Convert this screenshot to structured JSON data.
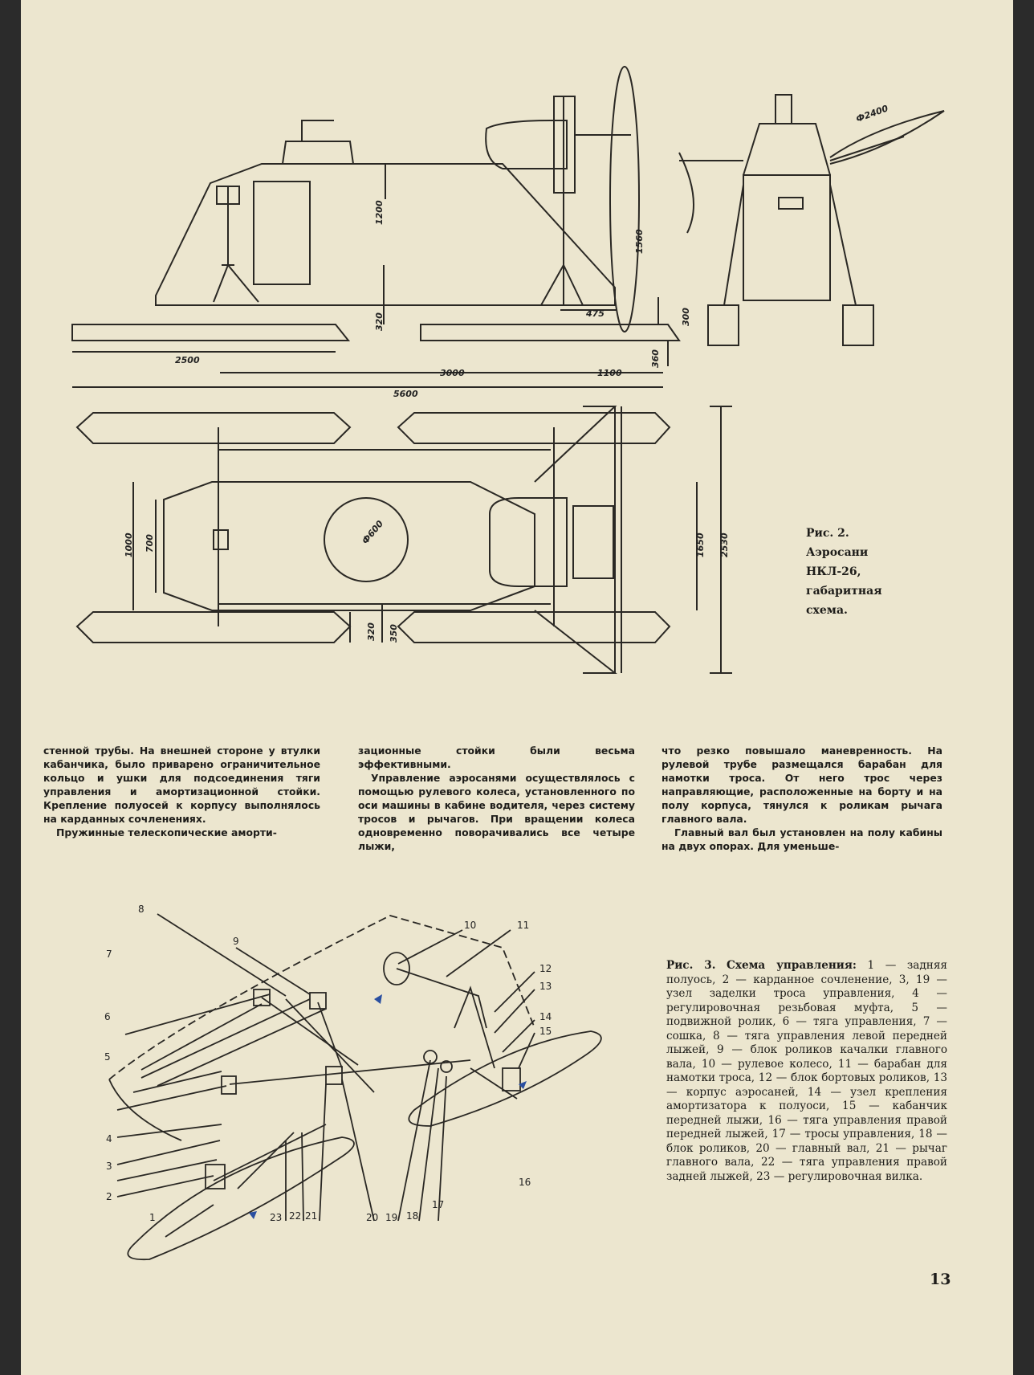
{
  "drawing_fig2": {
    "dimensions_side": [
      "1200",
      "1560",
      "320",
      "475",
      "300",
      "360",
      "2500",
      "3000",
      "1100",
      "5600"
    ],
    "dimension_front": "Ф2400",
    "dimensions_top": [
      "1000",
      "700",
      "Ф600",
      "1650",
      "2530",
      "320",
      "350"
    ]
  },
  "caption_fig2": {
    "label": "Рис. 2.",
    "title": "Аэросани",
    "model": "НКЛ-26,",
    "line3": "габаритная",
    "line4": "схема."
  },
  "text_columns": [
    {
      "paragraphs": [
        "стенной трубы. На внешней стороне у втулки кабанчика, было приварено ограничительное кольцо и ушки для подсоединения тяги управления и амортизационной стойки. Крепление полуосей к корпусу выполнялось на карданных сочленениях.",
        "Пружинные телескопические аморти-"
      ]
    },
    {
      "paragraphs": [
        "зационные стойки были весьма эффективными.",
        "Управление аэросанями осуществлялось с помощью рулевого колеса, установленного по оси машины в кабине водителя, через систему тросов и рычагов. При вращении колеса одновременно поворачивались все четыре лыжи,"
      ]
    },
    {
      "paragraphs": [
        "что резко повышало маневренность. На рулевой трубе размещался барабан для намотки троса. От него трос через направляющие, расположенные на борту и на полу корпуса, тянулся к роликам рычага главного вала.",
        "Главный вал был установлен на полу кабины на двух опорах. Для уменьше-"
      ]
    }
  ],
  "drawing_fig3": {
    "labels": [
      "1",
      "2",
      "3",
      "4",
      "5",
      "6",
      "7",
      "8",
      "9",
      "10",
      "11",
      "12",
      "13",
      "14",
      "15",
      "16",
      "17",
      "18",
      "19",
      "20",
      "21",
      "22",
      "23"
    ]
  },
  "legend_fig3": {
    "label": "Рис. 3.",
    "title": "Схема управления:",
    "text": "1 — задняя полуось, 2 — карданное сочленение, 3, 19 — узел заделки троса управления, 4 — регулировочная резьбовая муфта, 5 — подвижной ролик, 6 — тяга управления, 7 — сошка, 8 — тяга управления левой передней лыжей, 9 — блок роликов качалки главного вала, 10 — рулевое колесо, 11 — барабан для намотки троса, 12 — блок бортовых роликов, 13 — корпус аэросаней, 14 — узел крепления амортизатора к полуоси, 15 — кабанчик передней лыжи, 16 — тяга управления правой передней лыжей, 17 — тросы управления, 18 — блок роликов, 20 — главный вал, 21 — рычаг главного вала, 22 — тяга управления правой задней лыжей, 23 — регулировочная вилка."
  },
  "page_number": "13"
}
